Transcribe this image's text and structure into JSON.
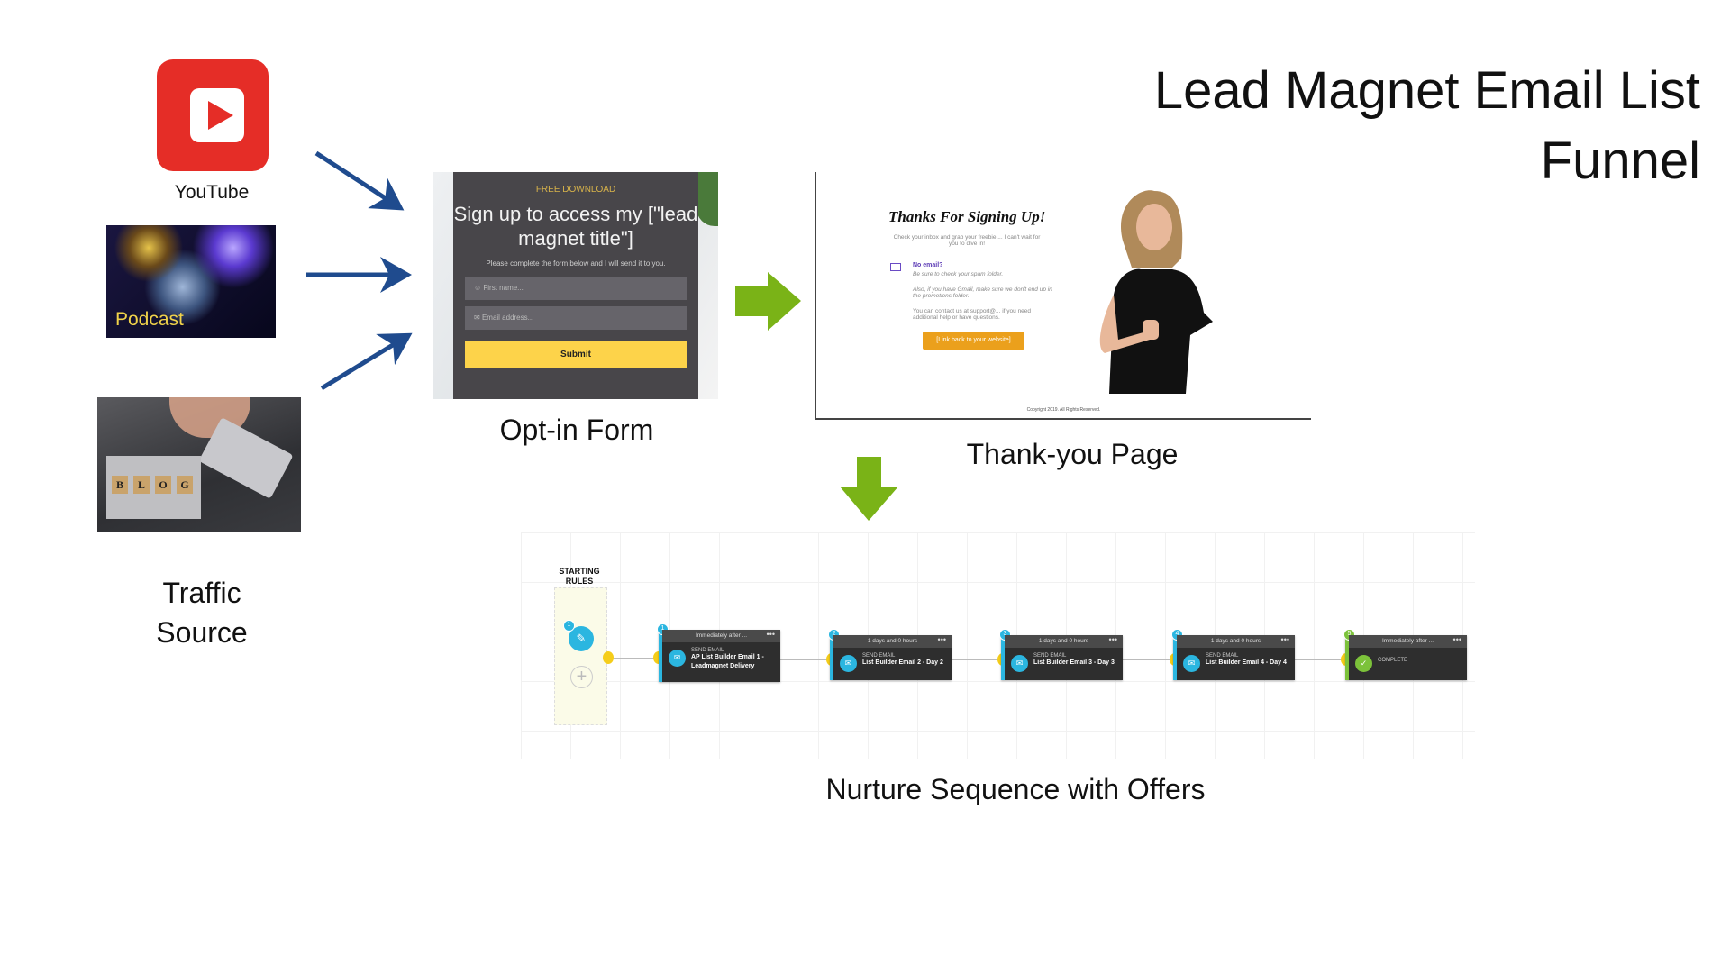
{
  "title": {
    "line1": "Lead Magnet Email List",
    "line2": "Funnel"
  },
  "traffic": {
    "youtube_label": "YouTube",
    "podcast_label": "Podcast",
    "blog_tiles": [
      "B",
      "L",
      "O",
      "G"
    ],
    "label_line1": "Traffic",
    "label_line2": "Source"
  },
  "optin": {
    "kicker": "FREE DOWNLOAD",
    "headline": "Sign up to access my [\"lead magnet title\"]",
    "subtext": "Please complete the form below and I will send it to you.",
    "first_name_placeholder": "First name...",
    "email_placeholder": "Email address...",
    "submit": "Submit",
    "label": "Opt-in Form"
  },
  "thankyou": {
    "heading": "Thanks For Signing Up!",
    "intro": "Check your inbox and grab your freebie ... I can't wait for you to dive in!",
    "no_email": "No email?",
    "line1": "Be sure to check your spam folder.",
    "line2": "Also, if you have Gmail, make sure we don't end up in the promotions folder.",
    "line3": "You can contact us at support@... if you need additional help or have questions.",
    "link_button": "[Link back to your website]",
    "copyright": "Copyright 2019. All Rights Reserved.",
    "label": "Thank-you Page"
  },
  "sequence": {
    "starting_rules": "STARTING RULES",
    "start_badge": "1",
    "label": "Nurture Sequence with Offers",
    "steps": [
      {
        "num": "1",
        "timing": "Immediately after ...",
        "kind": "SEND EMAIL",
        "name": "AP List Builder Email 1 - Leadmagnet Delivery"
      },
      {
        "num": "2",
        "timing": "1 days and 0 hours",
        "kind": "SEND EMAIL",
        "name": "List Builder Email 2 - Day 2"
      },
      {
        "num": "3",
        "timing": "1 days and 0 hours",
        "kind": "SEND EMAIL",
        "name": "List Builder Email 3 - Day 3"
      },
      {
        "num": "4",
        "timing": "1 days and 0 hours",
        "kind": "SEND EMAIL",
        "name": "List Builder Email 4 - Day 4"
      },
      {
        "num": "5",
        "timing": "Immediately after ...",
        "kind": "COMPLETE",
        "name": ""
      }
    ]
  },
  "colors": {
    "arrow_blue": "#1f4b8e",
    "arrow_green": "#7ab317",
    "youtube_red": "#e52d27"
  }
}
